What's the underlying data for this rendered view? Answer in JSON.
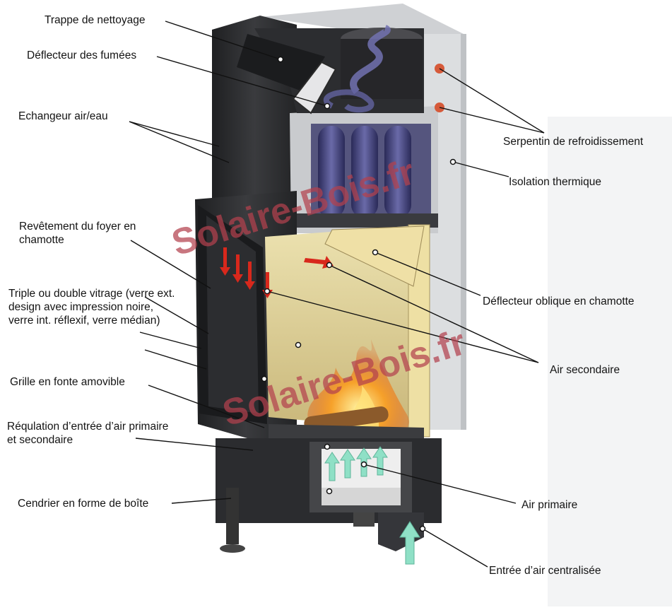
{
  "labels": {
    "trappe": "Trappe de nettoyage",
    "deflecteur_fumees": "Déflecteur des fumées",
    "echangeur": "Echangeur air/eau",
    "revetement": "Revêtement du foyer en chamotte",
    "vitrage": "Triple ou double vitrage (verre ext. design avec impression noire, verre int. réflexif, verre médian)",
    "grille": "Grille en fonte amovible",
    "regulation": "Réqulation d’entrée d’air primaire et secondaire",
    "cendrier": "Cendrier en forme de boîte",
    "serpentin": "Serpentin de refroidissement",
    "isolation": "Isolation thermique",
    "deflecteur_oblique": "Déflecteur oblique en chamotte",
    "air_secondaire": "Air secondaire",
    "air_primaire": "Air primaire",
    "entree_air": "Entrée d’air centralisée"
  },
  "watermark": {
    "text": "Solaire-Bois.fr"
  },
  "colors": {
    "body_dark": "#2d2e30",
    "firebox_glow": "#e8d59a",
    "insulation": "#d8dadc",
    "flue_purple": "#4a4a86",
    "flame": "#f08a1c",
    "primary_air_arrow": "#8fe0c6",
    "secondary_air_arrow": "#d8281c",
    "watermark": "#b3414e"
  },
  "icons": {
    "arrow_primary": "upward-air-arrow-icon",
    "arrow_secondary": "downward-air-arrow-icon",
    "callout": "callout-dot-icon"
  }
}
